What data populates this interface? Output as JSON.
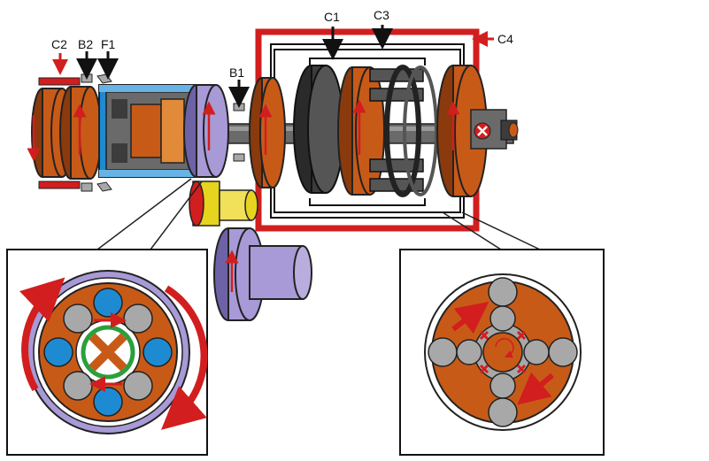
{
  "labels": {
    "c1": "C1",
    "c2": "C2",
    "c3": "C3",
    "c4": "C4",
    "b1": "B1",
    "b2": "B2",
    "f1": "F1"
  },
  "colors": {
    "housing_red": "#d21e1e",
    "rotor_orange": "#c85a18",
    "rotor_orange_dark": "#8a3a0c",
    "lavender": "#a89ad6",
    "lavender_dark": "#6e62a6",
    "planet_blue": "#1e8ad2",
    "planet_gray": "#a8a8a8",
    "sun_green": "#2aa03c",
    "yellow_gear": "#e6d41e",
    "dark_disc": "#3c3c3c",
    "shaft_gray": "#6a6a6a",
    "arrow_black": "#111111",
    "arrow_red": "#d21e1e"
  },
  "icons": {
    "lock_mark": "x-icon",
    "direction": "curved-arrow-icon",
    "callout_arrow": "down-arrow-icon"
  }
}
